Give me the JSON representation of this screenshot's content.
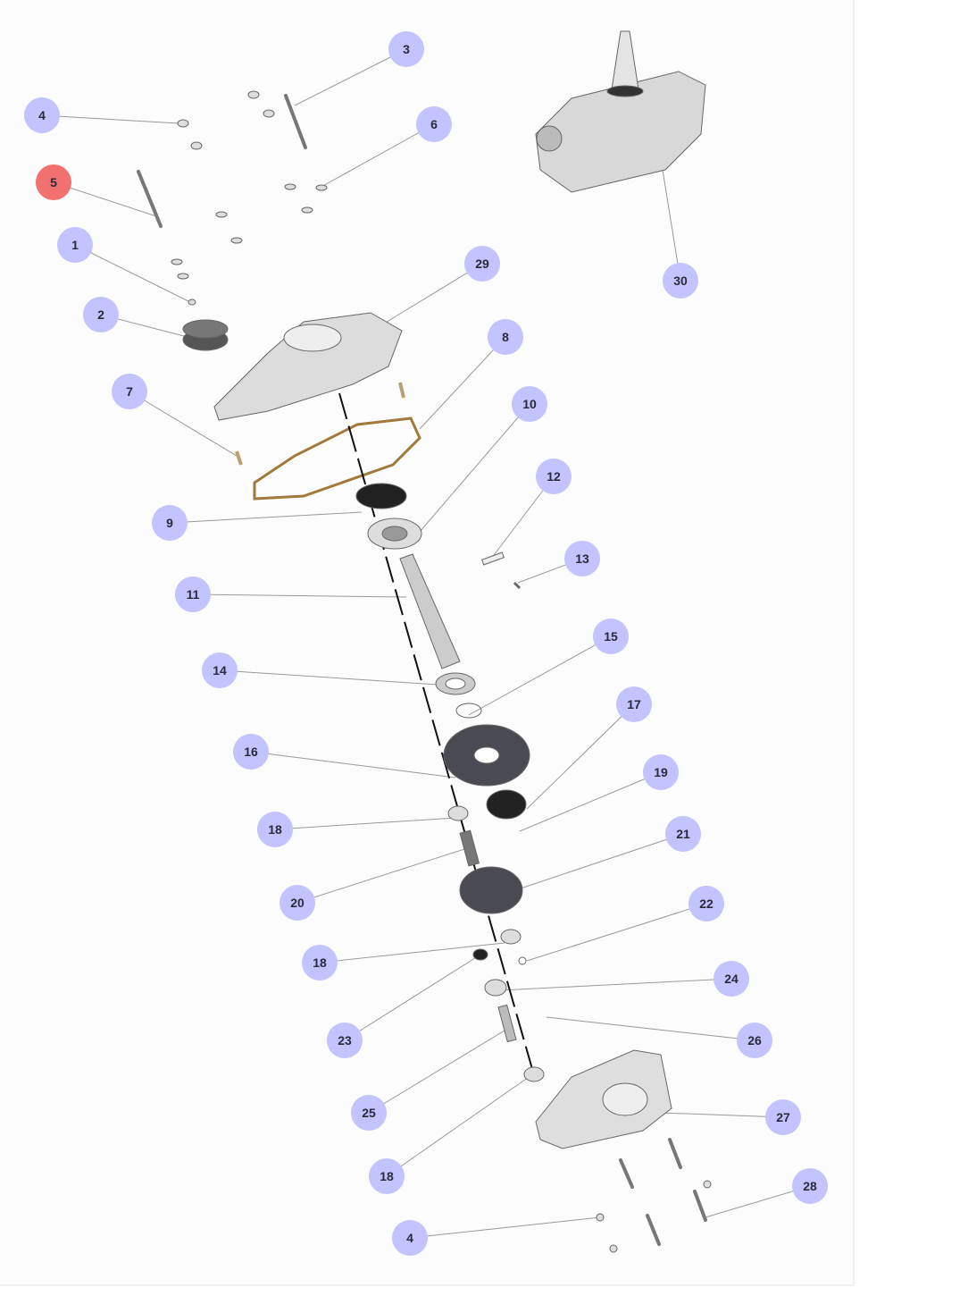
{
  "diagram": {
    "callouts": [
      {
        "label": "3",
        "highlighted": false
      },
      {
        "label": "4",
        "highlighted": false
      },
      {
        "label": "6",
        "highlighted": false
      },
      {
        "label": "5",
        "highlighted": true
      },
      {
        "label": "1",
        "highlighted": false
      },
      {
        "label": "29",
        "highlighted": false
      },
      {
        "label": "30",
        "highlighted": false
      },
      {
        "label": "2",
        "highlighted": false
      },
      {
        "label": "8",
        "highlighted": false
      },
      {
        "label": "7",
        "highlighted": false
      },
      {
        "label": "10",
        "highlighted": false
      },
      {
        "label": "12",
        "highlighted": false
      },
      {
        "label": "9",
        "highlighted": false
      },
      {
        "label": "13",
        "highlighted": false
      },
      {
        "label": "11",
        "highlighted": false
      },
      {
        "label": "15",
        "highlighted": false
      },
      {
        "label": "14",
        "highlighted": false
      },
      {
        "label": "17",
        "highlighted": false
      },
      {
        "label": "16",
        "highlighted": false
      },
      {
        "label": "19",
        "highlighted": false
      },
      {
        "label": "18",
        "highlighted": false
      },
      {
        "label": "21",
        "highlighted": false
      },
      {
        "label": "20",
        "highlighted": false
      },
      {
        "label": "22",
        "highlighted": false
      },
      {
        "label": "18",
        "highlighted": false
      },
      {
        "label": "24",
        "highlighted": false
      },
      {
        "label": "23",
        "highlighted": false
      },
      {
        "label": "26",
        "highlighted": false
      },
      {
        "label": "25",
        "highlighted": false
      },
      {
        "label": "27",
        "highlighted": false
      },
      {
        "label": "18",
        "highlighted": false
      },
      {
        "label": "28",
        "highlighted": false
      },
      {
        "label": "4",
        "highlighted": false
      }
    ],
    "colors": {
      "callout": "#c3c3ff",
      "highlight": "#f27070",
      "gasket": "#a07a3a"
    }
  }
}
